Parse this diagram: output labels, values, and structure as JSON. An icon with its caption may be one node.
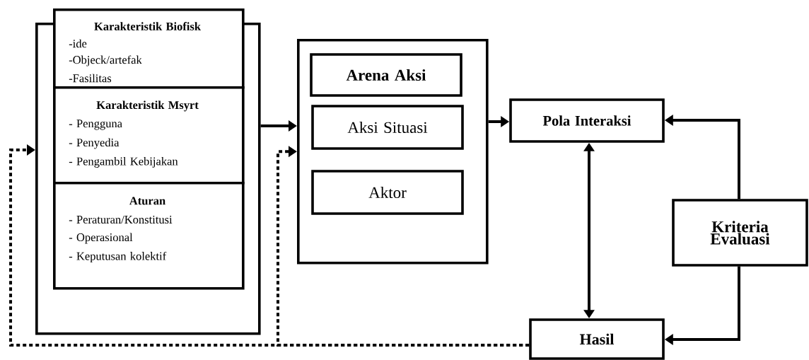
{
  "diagram": {
    "nodes": [
      {
        "text": [],
        "shape": "box"
      },
      {
        "text": [
          "Karakteristik Biofisk",
          "-ide",
          "-Objeck/artefak",
          "-Fasilitas"
        ]
      },
      {
        "text": [
          "Karakteristik Msyrt",
          "- Pengguna",
          "- Penyedia",
          "- Pengambil Kebijakan"
        ],
        "in": 0
      },
      {
        "text": [
          "Aturan",
          "- Peraturan/Konstitusi",
          "- Operasional",
          "- Keputusan kolektif"
        ],
        "in": 0
      },
      {
        "text": [],
        "shape": "box"
      },
      {
        "text": [
          "Arena Aksi"
        ],
        "in": 4
      },
      {
        "text": [
          "Aksi Situasi"
        ],
        "in": 4
      },
      {
        "text": [
          "Aktor"
        ],
        "in": 4
      },
      {
        "text": [
          "Pola Interaksi"
        ]
      },
      {
        "text": [
          "Kriteria Evaluasi"
        ]
      },
      {
        "text": [
          "Hasil"
        ]
      }
    ],
    "edges": [
      {
        "from": 0,
        "to": 4,
        "arrow": "to"
      },
      {
        "from": 4,
        "to": 8,
        "arrow": "to"
      },
      {
        "from": 8,
        "to": 10,
        "arrow": "both"
      },
      {
        "from": 9,
        "to": 8,
        "arrow": "to"
      },
      {
        "from": 9,
        "to": 10,
        "arrow": "to"
      },
      {
        "from": 10,
        "to": 0,
        "arrow": "to",
        "style": "dashed"
      },
      {
        "from": 10,
        "to": 4,
        "arrow": "to",
        "style": "dashed"
      }
    ]
  }
}
